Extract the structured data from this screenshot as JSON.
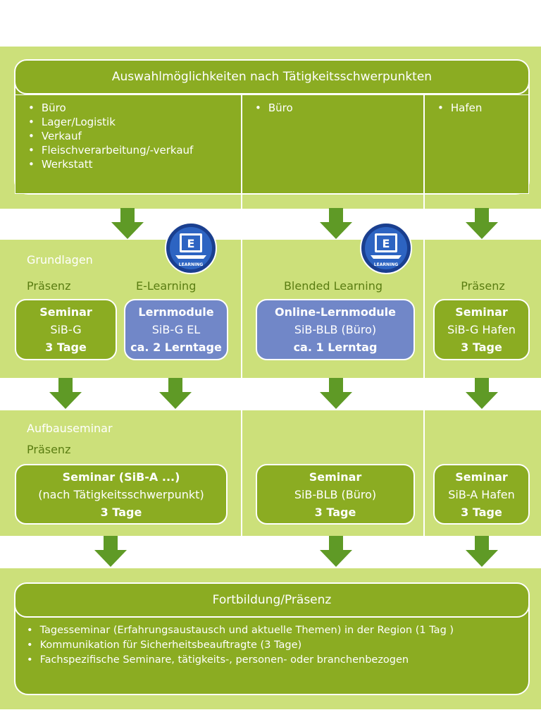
{
  "header": {
    "title": "Auswahlmöglichkeiten nach Tätigkeitsschwerpunkten",
    "col1_items": [
      "Büro",
      "Lager/Logistik",
      "Verkauf",
      "Fleischverarbeitung/-verkauf",
      "Werkstatt"
    ],
    "col2_items": [
      "Büro"
    ],
    "col3_items": [
      "Hafen"
    ]
  },
  "grundlagen": {
    "title": "Grundlagen",
    "col1a_label": "Präsenz",
    "col1b_label": "E-Learning",
    "col2_label": "Blended Learning",
    "col3_label": "Präsenz",
    "box1": {
      "line1": "Seminar",
      "line2": "SiB-G",
      "line3": "3 Tage"
    },
    "box2": {
      "line1": "Lernmodule",
      "line2": "SiB-G EL",
      "line3": "ca. 2 Lerntage"
    },
    "box3": {
      "line1": "Online-Lernmodule",
      "line2": "SiB-BLB (Büro)",
      "line3": "ca. 1 Lerntag"
    },
    "box4": {
      "line1": "Seminar",
      "line2": "SiB-G Hafen",
      "line3": "3 Tage"
    },
    "badge_letter": "E",
    "badge_text": "LEARNING"
  },
  "aufbau": {
    "title": "Aufbauseminar",
    "label": "Präsenz",
    "box1": {
      "line1": "Seminar (SiB-A ...)",
      "line2": "(nach Tätigkeitsschwerpunkt)",
      "line3": "3 Tage"
    },
    "box2": {
      "line1": "Seminar",
      "line2": "SiB-BLB (Büro)",
      "line3": "3 Tage"
    },
    "box3": {
      "line1": "Seminar",
      "line2": "SiB-A Hafen",
      "line3": "3 Tage"
    }
  },
  "fortbildung": {
    "title": "Fortbildung/Präsenz",
    "items": [
      "Tagesseminar (Erfahrungsaustausch und aktuelle Themen) in der Region (1 Tag )",
      "Kommunikation für Sicherheitsbeauftragte (3 Tage)",
      "Fachspezifische Seminare, tätigkeits-, personen- oder branchenbezogen"
    ]
  },
  "colors": {
    "band": "#cce07a",
    "box_green": "#8bac22",
    "box_blue": "#7187c8",
    "arrow": "#5f9a26"
  }
}
